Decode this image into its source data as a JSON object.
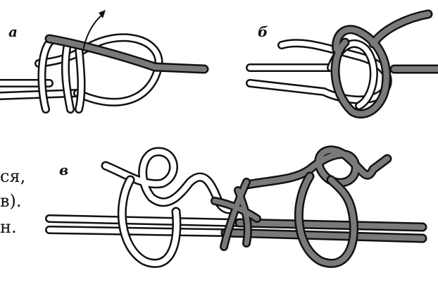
{
  "panels": [
    {
      "id": "a",
      "label": "а"
    },
    {
      "id": "b",
      "label": "б"
    },
    {
      "id": "v",
      "label": "в"
    }
  ],
  "side_text": [
    "ся,",
    "в).",
    "н."
  ],
  "colors": {
    "dark_rope": "#7a7a7a",
    "light_rope": "#ffffff",
    "outline": "#111111"
  }
}
